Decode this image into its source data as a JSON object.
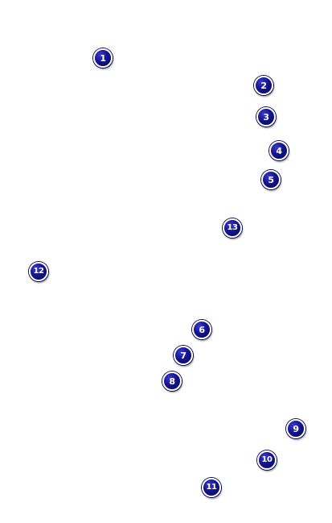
{
  "markers": [
    {
      "label": "1"
    },
    {
      "label": "2"
    },
    {
      "label": "3"
    },
    {
      "label": "4"
    },
    {
      "label": "5"
    },
    {
      "label": "13"
    },
    {
      "label": "12"
    },
    {
      "label": "6"
    },
    {
      "label": "7"
    },
    {
      "label": "8"
    },
    {
      "label": "9"
    },
    {
      "label": "10"
    },
    {
      "label": "11"
    }
  ],
  "colors": {
    "marker_fill": "#14148c",
    "marker_border": "#ffffff",
    "marker_text": "#ffffff",
    "background": "#ffffff"
  }
}
